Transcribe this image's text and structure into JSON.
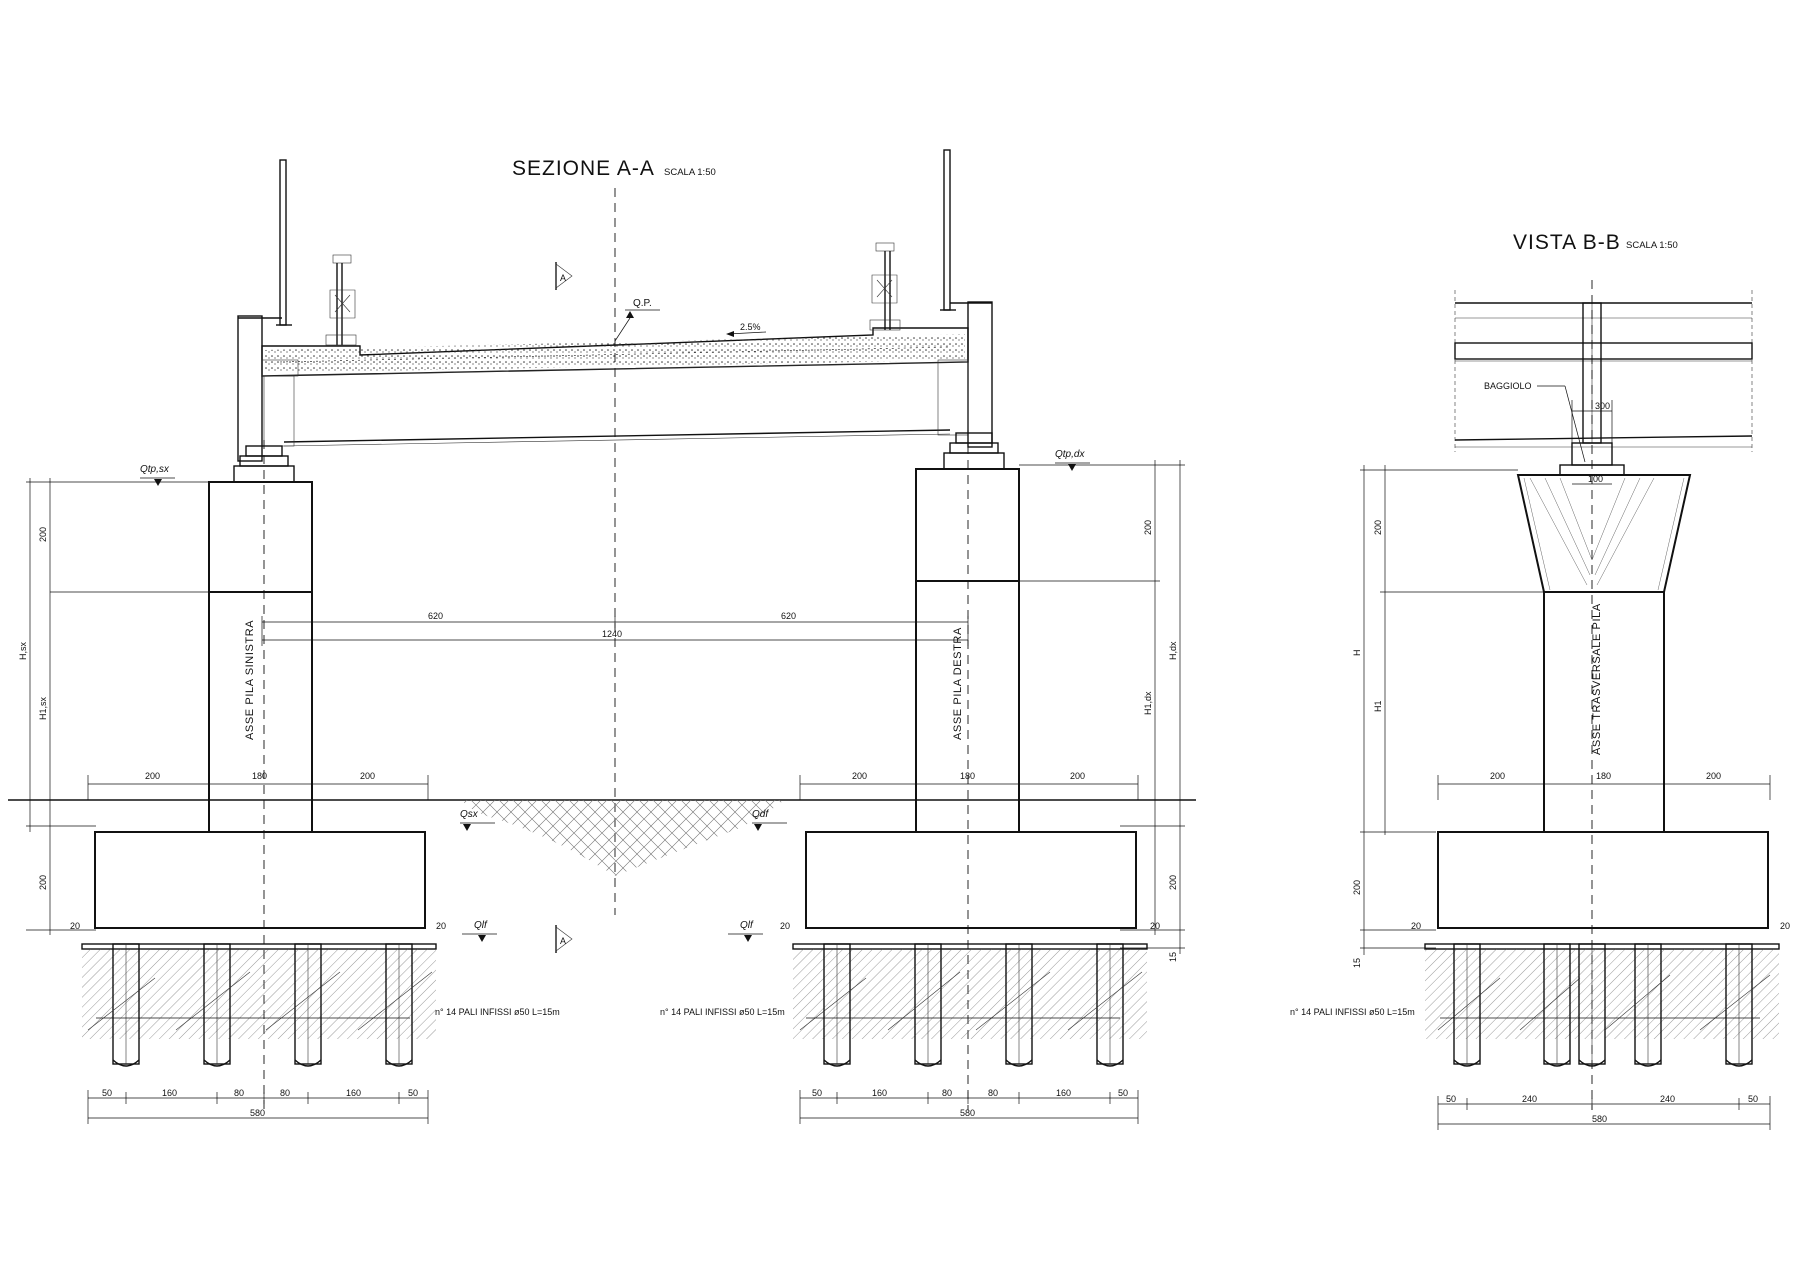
{
  "section_aa": {
    "title": "SEZIONE A-A",
    "scale": "SCALA 1:50",
    "label_qp": "Q.P.",
    "slope": "2.5%",
    "cut_marker": "A",
    "level_top_left": "Qtp,sx",
    "level_top_right": "Qtp,dx",
    "level_ground_left": "Qsx",
    "level_ground_right": "Qdf",
    "level_found_left": "Qlf",
    "level_found_right": "Qlf",
    "pier_axis_left": "ASSE PILA SINISTRA",
    "pier_axis_right": "ASSE PILA DESTRA",
    "dim_half_left": "620",
    "dim_half_right": "620",
    "dim_span": "1240",
    "dim_cap_left": "200",
    "dim_cap_right": "200",
    "label_h_sx": "H,sx",
    "label_h1_sx": "H1,sx",
    "label_h_dx": "H,dx",
    "label_h1_dx": "H1,dx",
    "dim_plinth_left": "200",
    "dim_plinth_right": "200",
    "dim_found_right": "15",
    "left_plinth": {
      "dims": [
        "200",
        "180",
        "200"
      ],
      "edge_left": "20",
      "edge_right": "20",
      "piles_dims": [
        "50",
        "160",
        "80",
        "80",
        "160",
        "50"
      ],
      "total": "580"
    },
    "right_plinth": {
      "dims": [
        "200",
        "180",
        "200"
      ],
      "edge_left": "20",
      "edge_right": "20",
      "piles_dims": [
        "50",
        "160",
        "80",
        "80",
        "160",
        "50"
      ],
      "total": "580"
    },
    "piles_note_left": "n° 14 PALI INFISSI ø50 L=15m",
    "piles_note_right": "n° 14 PALI INFISSI ø50 L=15m"
  },
  "view_bb": {
    "title": "VISTA B-B",
    "scale": "SCALA 1:50",
    "label_baggiolo": "BAGGIOLO",
    "dim_300": "300",
    "dim_100": "100",
    "dim_200_top": "200",
    "label_h": "H",
    "label_h1": "H1",
    "dim_200_plinth": "200",
    "dim_15": "15",
    "pier_axis": "ASSE TRASVERSALE PILA",
    "plinth_dims": [
      "200",
      "180",
      "200"
    ],
    "edge_left": "20",
    "edge_right": "20",
    "piles_dims": [
      "50",
      "240",
      "240",
      "50"
    ],
    "total": "580",
    "piles_note": "n° 14 PALI INFISSI ø50 L=15m"
  }
}
